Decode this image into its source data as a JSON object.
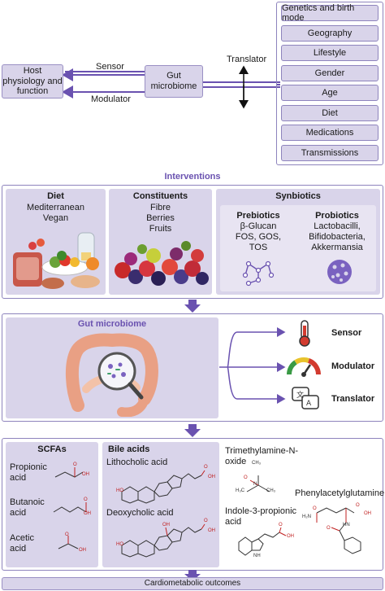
{
  "top": {
    "host": "Host physiology and function",
    "sensor": "Sensor",
    "modulator": "Modulator",
    "gut": "Gut microbiome",
    "translator": "Translator",
    "factors": [
      "Genetics and birth mode",
      "Geography",
      "Lifestyle",
      "Gender",
      "Age",
      "Diet",
      "Medications",
      "Transmissions"
    ]
  },
  "interventions": {
    "title": "Interventions",
    "diet": {
      "title": "Diet",
      "items": [
        "Mediterranean",
        "Vegan"
      ]
    },
    "constituents": {
      "title": "Constituents",
      "items": [
        "Fibre",
        "Berries",
        "Fruits"
      ]
    },
    "synbiotics": {
      "title": "Synbiotics",
      "prebiotics": {
        "title": "Prebiotics",
        "items": [
          "β-Glucan",
          "FOS, GOS,",
          "TOS"
        ]
      },
      "probiotics": {
        "title": "Probiotics",
        "items": [
          "Lactobacilli,",
          "Bifidobacteria,",
          "Akkermansia"
        ]
      }
    }
  },
  "microbiome": {
    "title": "Gut microbiome",
    "roles": [
      "Sensor",
      "Modulator",
      "Translator"
    ]
  },
  "metabolites": {
    "scfa": {
      "title": "SCFAs",
      "items": [
        "Propionic acid",
        "Butanoic acid",
        "Acetic acid"
      ]
    },
    "bile": {
      "title": "Bile acids",
      "items": [
        "Lithocholic acid",
        "Deoxycholic acid"
      ]
    },
    "tmao": "Trimethylamine-N-oxide",
    "pag": "Phenylacetylglutamine",
    "ipa": "Indole-3-propionic acid"
  },
  "chem_labels": {
    "oh": "OH",
    "ho": "HO",
    "o": "O",
    "n": "N",
    "h2n": "H₂N",
    "h3c": "H₃C",
    "ch3": "CH₃",
    "nh": "NH",
    "hn": "HN"
  },
  "outcome": "Cardiometabolic outcomes",
  "colors": {
    "panel": "#d9d4ea",
    "border": "#8e84bd",
    "arrow": "#6a52b0",
    "accent": "#6a52b0"
  }
}
